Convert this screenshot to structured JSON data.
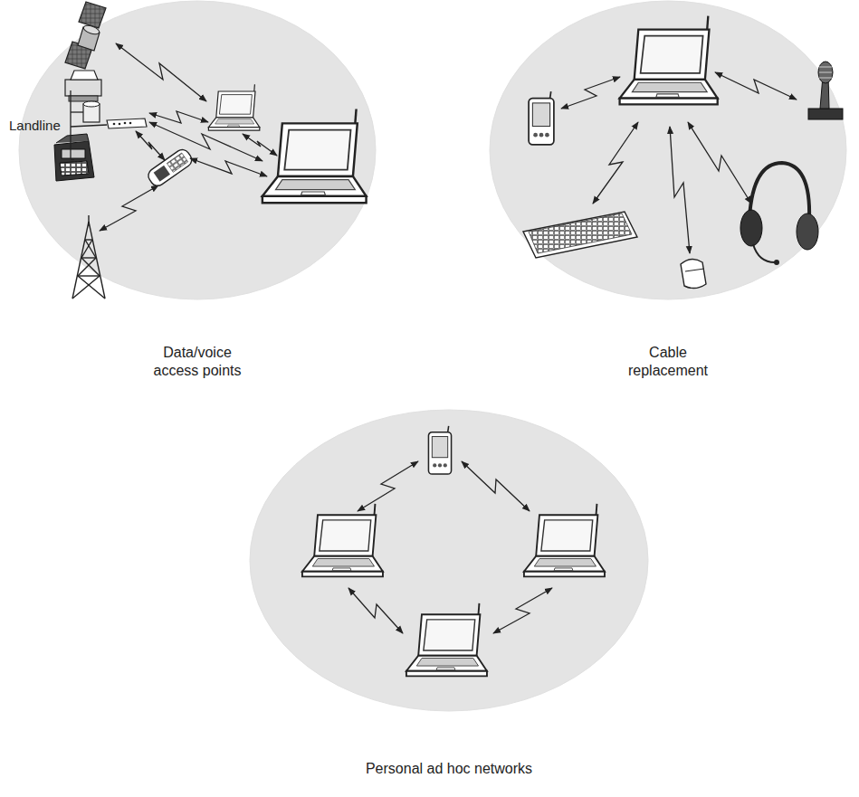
{
  "diagram": {
    "nodes": [
      {
        "text": [
          "Data/voice access points"
        ]
      },
      {
        "text": [
          "Cable replacement"
        ]
      },
      {
        "text": [
          "Personal ad hoc networks"
        ]
      }
    ],
    "labels": [
      "Landline"
    ]
  }
}
